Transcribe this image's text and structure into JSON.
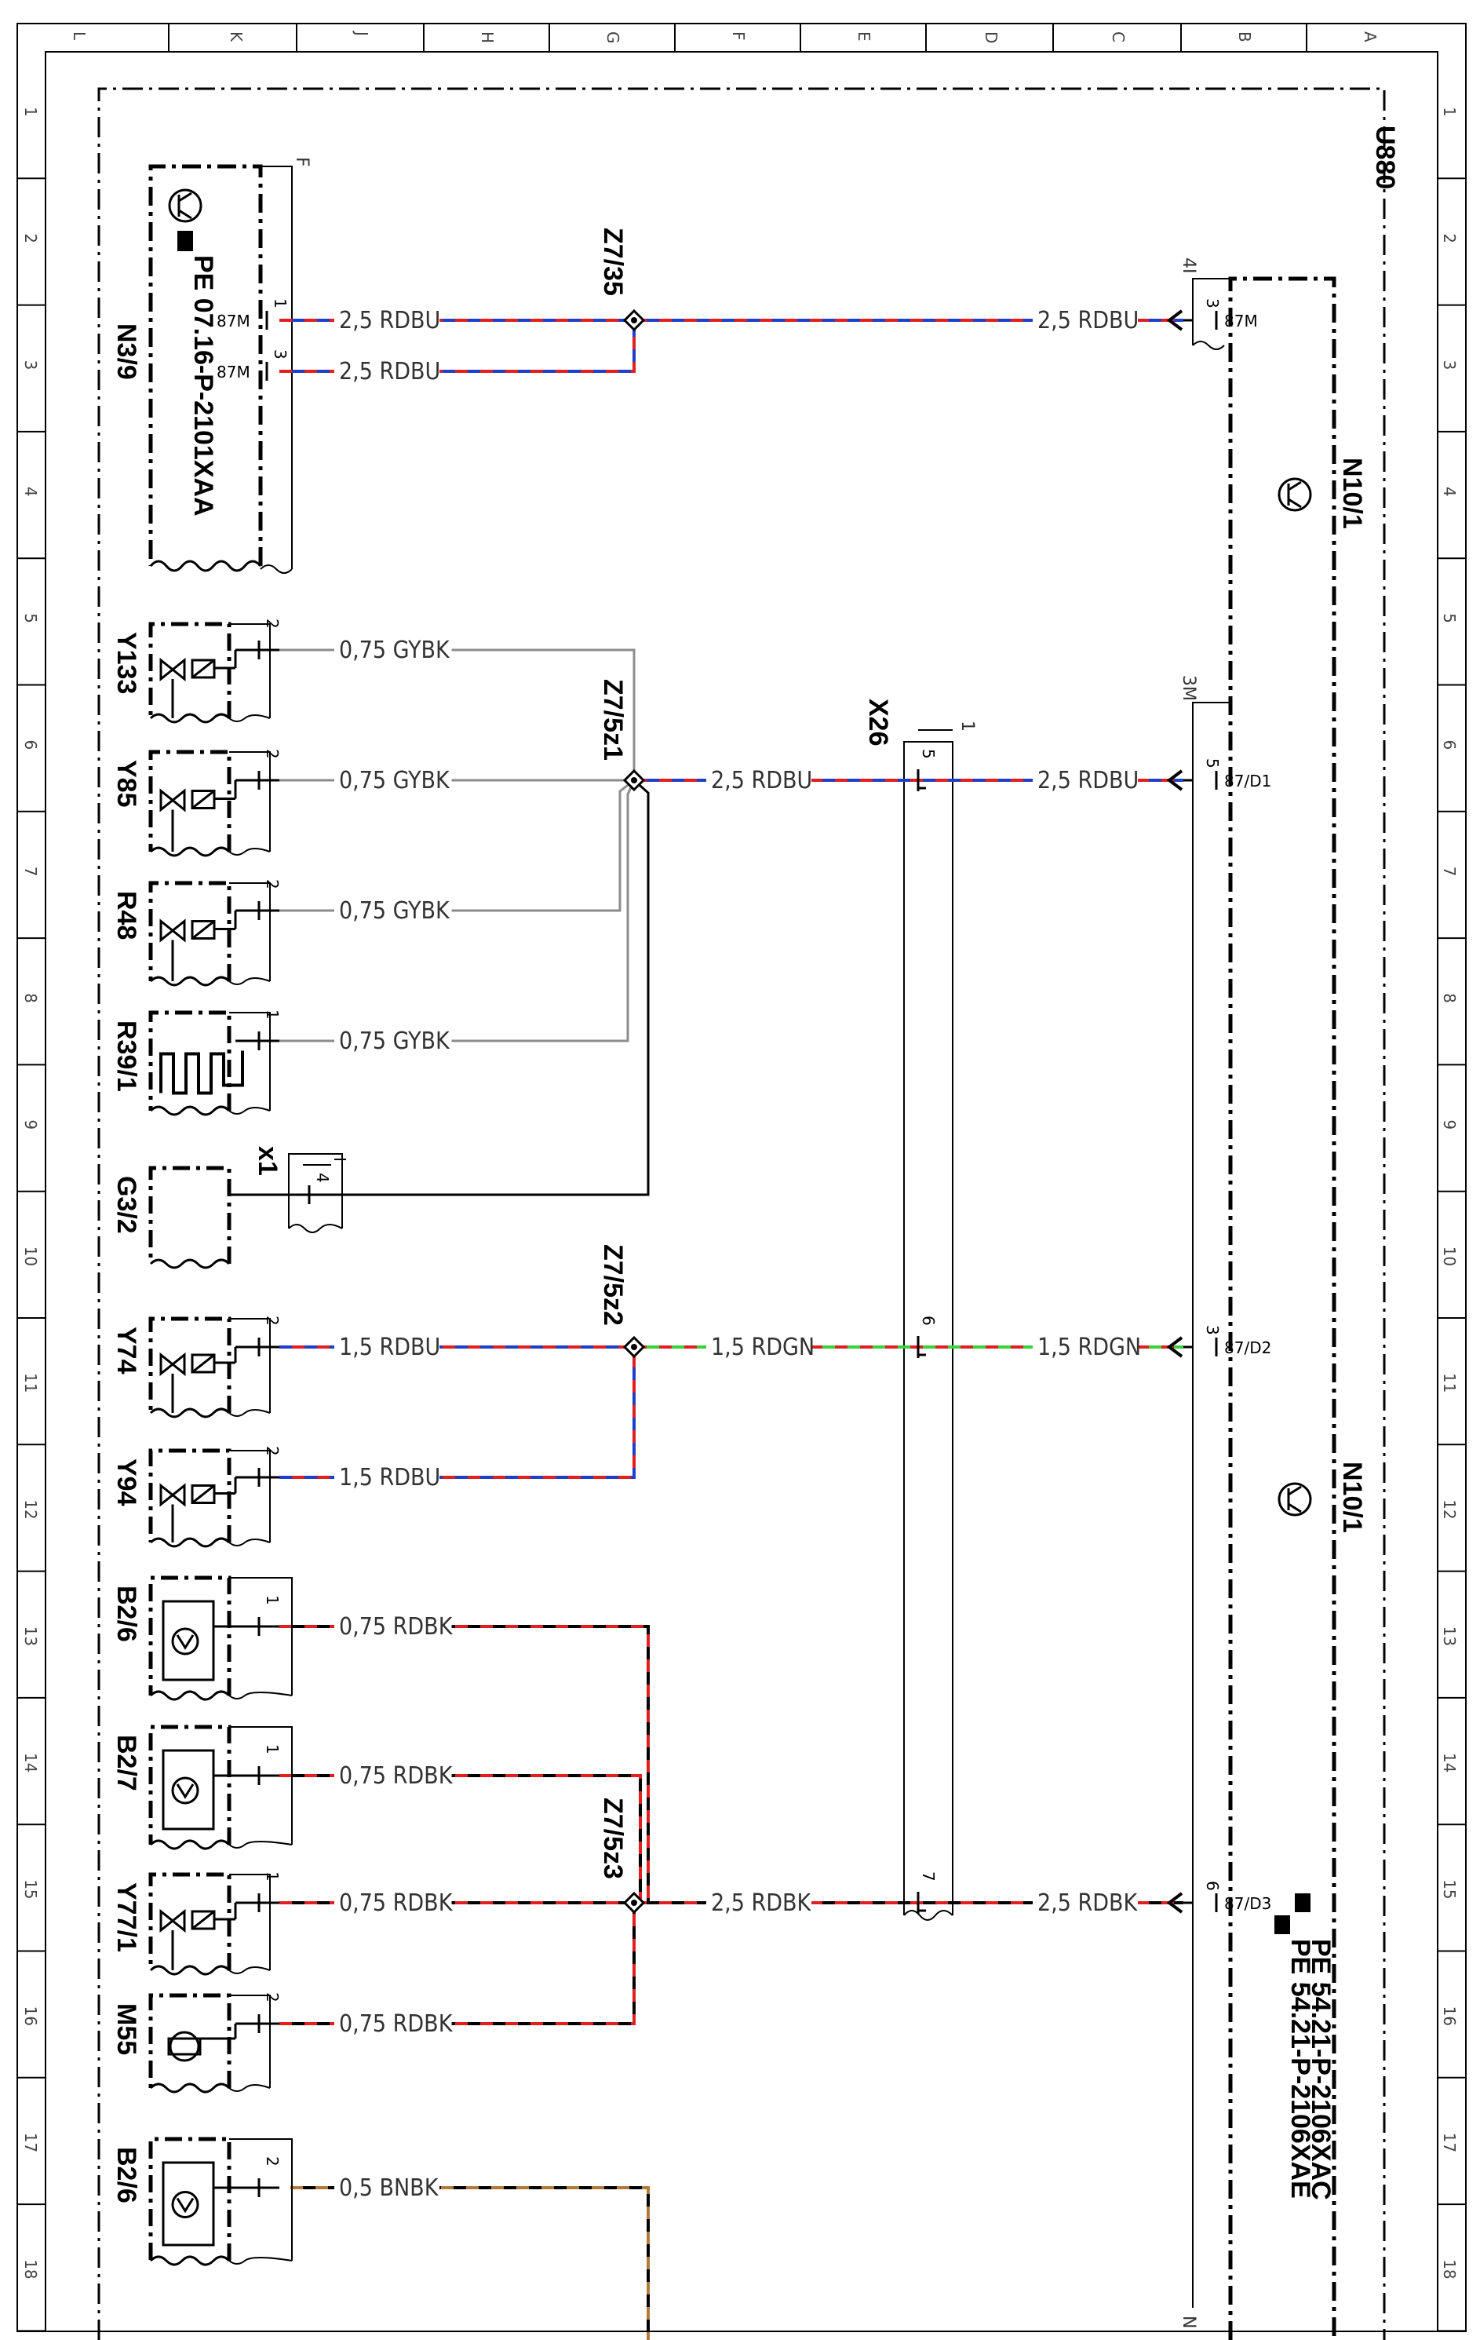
{
  "drawing": {
    "code": "U880",
    "col_letters": [
      "L",
      "K",
      "J",
      "H",
      "G",
      "F",
      "E",
      "D",
      "C",
      "B",
      "A"
    ],
    "row_numbers": [
      "1",
      "2",
      "3",
      "4",
      "5",
      "6",
      "7",
      "8",
      "9",
      "10",
      "11",
      "12",
      "13",
      "14",
      "15",
      "16",
      "17",
      "18"
    ]
  },
  "module_N3_9": {
    "label": "N3/9",
    "ref": "PE 07.16-P-2101XAA",
    "connector": "F",
    "pins": [
      {
        "pin": "1",
        "term": "87M"
      },
      {
        "pin": "3",
        "term": "87M"
      }
    ]
  },
  "module_N10_1_top": {
    "label": "N10/1",
    "connectors": [
      "4I",
      "3M"
    ],
    "pins": [
      {
        "pin": "3",
        "term": "87M"
      },
      {
        "pin": "5",
        "term": "87/D1"
      }
    ]
  },
  "module_N10_1_bottom": {
    "label": "N10/1",
    "refs": [
      "PE 54.21-P-2106XAC",
      "PE 54.21-P-2106XAE"
    ],
    "connector_end": "N",
    "pins": [
      {
        "pin": "3",
        "term": "87/D2"
      },
      {
        "pin": "6",
        "term": "87/D3"
      }
    ]
  },
  "splices": {
    "z7_35": "Z7/35",
    "z7_5z1": "Z7/5z1",
    "z7_5z2": "Z7/5z2",
    "z7_5z3": "Z7/5z3"
  },
  "connector_x26": {
    "label": "X26",
    "id": "1",
    "pins": [
      "5",
      "6",
      "7"
    ]
  },
  "connector_x1": {
    "label": "x1",
    "id": "I",
    "pin": "4"
  },
  "components": [
    {
      "label": "Y133",
      "pin": "2"
    },
    {
      "label": "Y85",
      "pin": "2"
    },
    {
      "label": "R48",
      "pin": "2"
    },
    {
      "label": "R39/1",
      "pin": "1"
    },
    {
      "label": "G3/2"
    },
    {
      "label": "Y74",
      "pin": "2"
    },
    {
      "label": "Y94",
      "pin": "2"
    },
    {
      "label": "B2/6",
      "pin": "1"
    },
    {
      "label": "B2/7",
      "pin": "1"
    },
    {
      "label": "Y77/1",
      "pin": "1"
    },
    {
      "label": "M55",
      "pin": "2"
    },
    {
      "label": "B2/6",
      "pin": "2"
    }
  ],
  "wires": {
    "w_n39_1": "2,5 RDBU",
    "w_n39_3": "2,5 RDBU",
    "w_z735_n101": "2,5 RDBU",
    "w_y133": "0,75 GYBK",
    "w_y85": "0,75 GYBK",
    "w_r48": "0,75 GYBK",
    "w_r391": "0,75 GYBK",
    "w_z75z1_x26": "2,5 RDBU",
    "w_x26_n101_d1": "2,5 RDBU",
    "w_y74": "1,5 RDBU",
    "w_y94": "1,5 RDBU",
    "w_z75z2_x26": "1,5 RDGN",
    "w_x26_n101_d2": "1,5 RDGN",
    "w_b26": "0,75 RDBK",
    "w_b27": "0,75 RDBK",
    "w_y771": "0,75 RDBK",
    "w_m55": "0,75 RDBK",
    "w_z75z3_x26": "2,5 RDBK",
    "w_x26_n101_d3": "2,5 RDBK",
    "w_b26b": "0,5 BNBK"
  },
  "colors": {
    "red": "#e02020",
    "blue": "#1f3fc8",
    "green": "#39d339",
    "grey": "#8c8c8c",
    "brown": "#b07a3c",
    "black": "#000000"
  }
}
